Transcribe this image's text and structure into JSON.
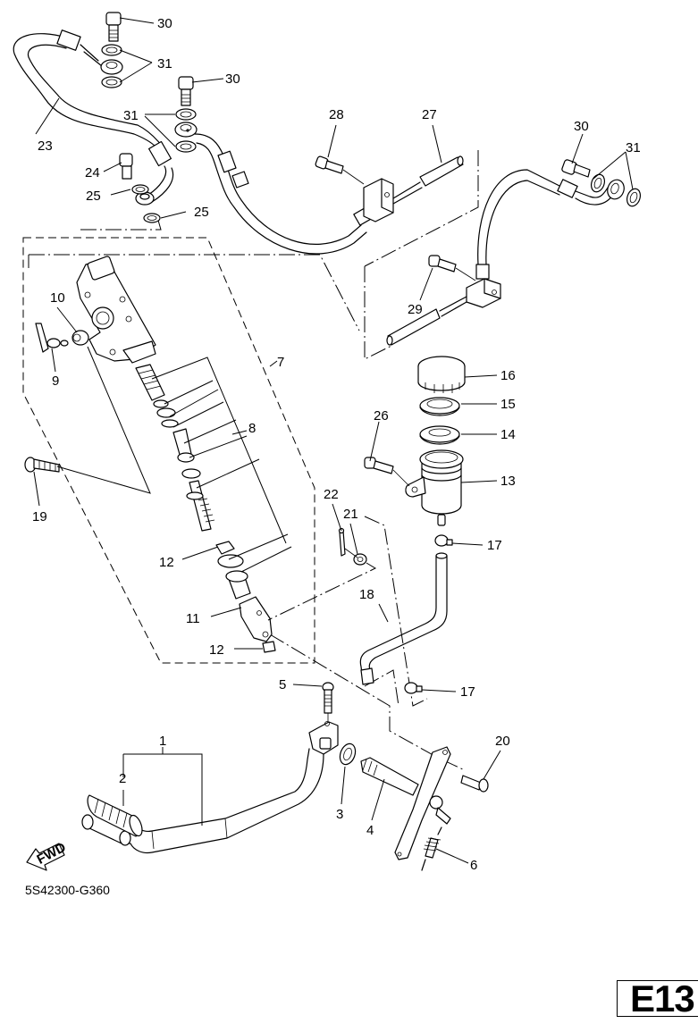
{
  "diagram": {
    "type": "exploded-parts-diagram",
    "subject": "Rear master cylinder and brake pedal assembly",
    "drawing_code": "5S42300-G360",
    "page_id": "E13",
    "direction_marker": "FWD",
    "callouts": [
      {
        "id": "c30a",
        "label": "30",
        "part": "union bolt"
      },
      {
        "id": "c31a",
        "label": "31",
        "part": "gasket"
      },
      {
        "id": "c30b",
        "label": "30",
        "part": "union bolt"
      },
      {
        "id": "c31b",
        "label": "31",
        "part": "gasket"
      },
      {
        "id": "c23",
        "label": "23",
        "part": "brake hose"
      },
      {
        "id": "c24",
        "label": "24",
        "part": "union bolt"
      },
      {
        "id": "c25a",
        "label": "25",
        "part": "gasket"
      },
      {
        "id": "c25b",
        "label": "25",
        "part": "gasket"
      },
      {
        "id": "c28",
        "label": "28",
        "part": "bolt"
      },
      {
        "id": "c27",
        "label": "27",
        "part": "brake line"
      },
      {
        "id": "c30c",
        "label": "30",
        "part": "union bolt"
      },
      {
        "id": "c31c",
        "label": "31",
        "part": "gasket"
      },
      {
        "id": "c29",
        "label": "29",
        "part": "bolt"
      },
      {
        "id": "c10",
        "label": "10",
        "part": "joint"
      },
      {
        "id": "c9",
        "label": "9",
        "part": "bleed screw"
      },
      {
        "id": "c7",
        "label": "7",
        "part": "rear master cylinder assembly"
      },
      {
        "id": "c8",
        "label": "8",
        "part": "master cylinder kit"
      },
      {
        "id": "c19",
        "label": "19",
        "part": "bolt"
      },
      {
        "id": "c16",
        "label": "16",
        "part": "reservoir cap"
      },
      {
        "id": "c15",
        "label": "15",
        "part": "plate"
      },
      {
        "id": "c14",
        "label": "14",
        "part": "diaphragm"
      },
      {
        "id": "c26",
        "label": "26",
        "part": "bolt"
      },
      {
        "id": "c13",
        "label": "13",
        "part": "reservoir tank"
      },
      {
        "id": "c22",
        "label": "22",
        "part": "cotter pin"
      },
      {
        "id": "c21",
        "label": "21",
        "part": "washer"
      },
      {
        "id": "c17a",
        "label": "17",
        "part": "hose clamp"
      },
      {
        "id": "c12a",
        "label": "12",
        "part": "nut"
      },
      {
        "id": "c18",
        "label": "18",
        "part": "reservoir hose"
      },
      {
        "id": "c11",
        "label": "11",
        "part": "clevis"
      },
      {
        "id": "c12b",
        "label": "12",
        "part": "nut"
      },
      {
        "id": "c17b",
        "label": "17",
        "part": "hose clamp"
      },
      {
        "id": "c5",
        "label": "5",
        "part": "bolt"
      },
      {
        "id": "c20",
        "label": "20",
        "part": "pin"
      },
      {
        "id": "c1",
        "label": "1",
        "part": "brake pedal"
      },
      {
        "id": "c2",
        "label": "2",
        "part": "footrest rubber"
      },
      {
        "id": "c3",
        "label": "3",
        "part": "washer"
      },
      {
        "id": "c4",
        "label": "4",
        "part": "shaft"
      },
      {
        "id": "c6",
        "label": "6",
        "part": "spring"
      }
    ]
  }
}
